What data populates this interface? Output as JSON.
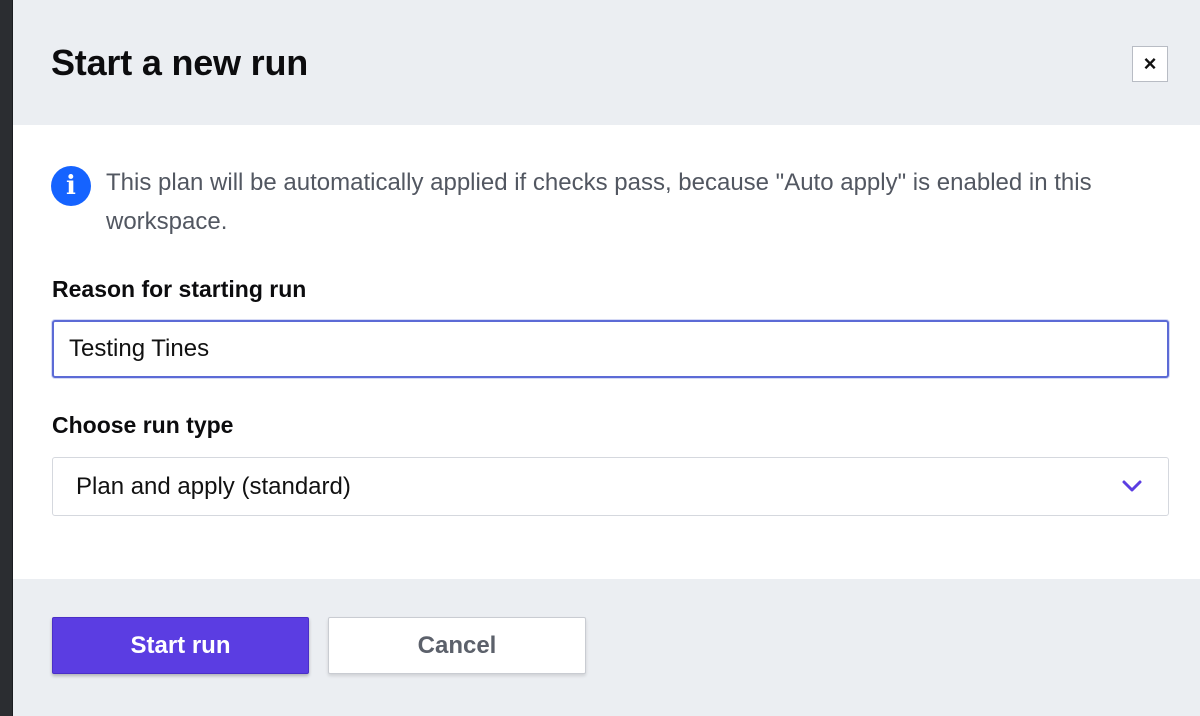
{
  "modal": {
    "title": "Start a new run",
    "close_label": "×"
  },
  "notice": {
    "icon": "info-icon",
    "text": "This plan will be automatically applied if checks pass, because \"Auto apply\" is enabled in this workspace."
  },
  "reason": {
    "label": "Reason for starting run",
    "value": "Testing Tines"
  },
  "run_type": {
    "label": "Choose run type",
    "selected": "Plan and apply (standard)"
  },
  "footer": {
    "start_label": "Start run",
    "cancel_label": "Cancel"
  },
  "colors": {
    "primary": "#5b3de2",
    "info": "#1563ff",
    "header_bg": "#ebeef2",
    "focus_border": "#5c6bd6"
  }
}
